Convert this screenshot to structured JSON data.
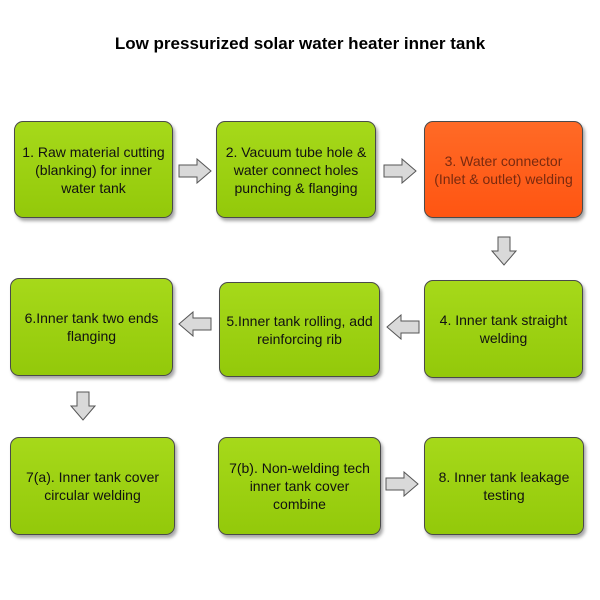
{
  "title": "Low pressurized solar water heater inner tank",
  "colors": {
    "step_fill": "#9ACD15",
    "highlight_fill": "#FF5F1C",
    "arrow_fill": "#D9D9D9",
    "border": "#4A4A4A"
  },
  "steps": [
    {
      "id": "1",
      "text": "1. Raw material cutting (blanking) for inner water tank"
    },
    {
      "id": "2",
      "text": "2. Vacuum tube hole & water connect holes punching & flanging"
    },
    {
      "id": "3",
      "text": "3. Water connector (Inlet & outlet) welding",
      "highlight": true
    },
    {
      "id": "4",
      "text": "4. Inner tank straight welding"
    },
    {
      "id": "5",
      "text": "5.Inner tank rolling, add reinforcing rib"
    },
    {
      "id": "6",
      "text": "6.Inner tank two ends flanging"
    },
    {
      "id": "7a",
      "text": "7(a). Inner tank cover circular welding"
    },
    {
      "id": "7b",
      "text": "7(b). Non-welding tech inner tank cover combine"
    },
    {
      "id": "8",
      "text": "8. Inner tank leakage testing"
    }
  ],
  "connections": [
    {
      "from": "1",
      "to": "2",
      "direction": "right"
    },
    {
      "from": "2",
      "to": "3",
      "direction": "right"
    },
    {
      "from": "3",
      "to": "4",
      "direction": "down"
    },
    {
      "from": "4",
      "to": "5",
      "direction": "left"
    },
    {
      "from": "5",
      "to": "6",
      "direction": "left"
    },
    {
      "from": "6",
      "to": "7a",
      "direction": "down"
    },
    {
      "from": "7b",
      "to": "8",
      "direction": "right"
    }
  ]
}
